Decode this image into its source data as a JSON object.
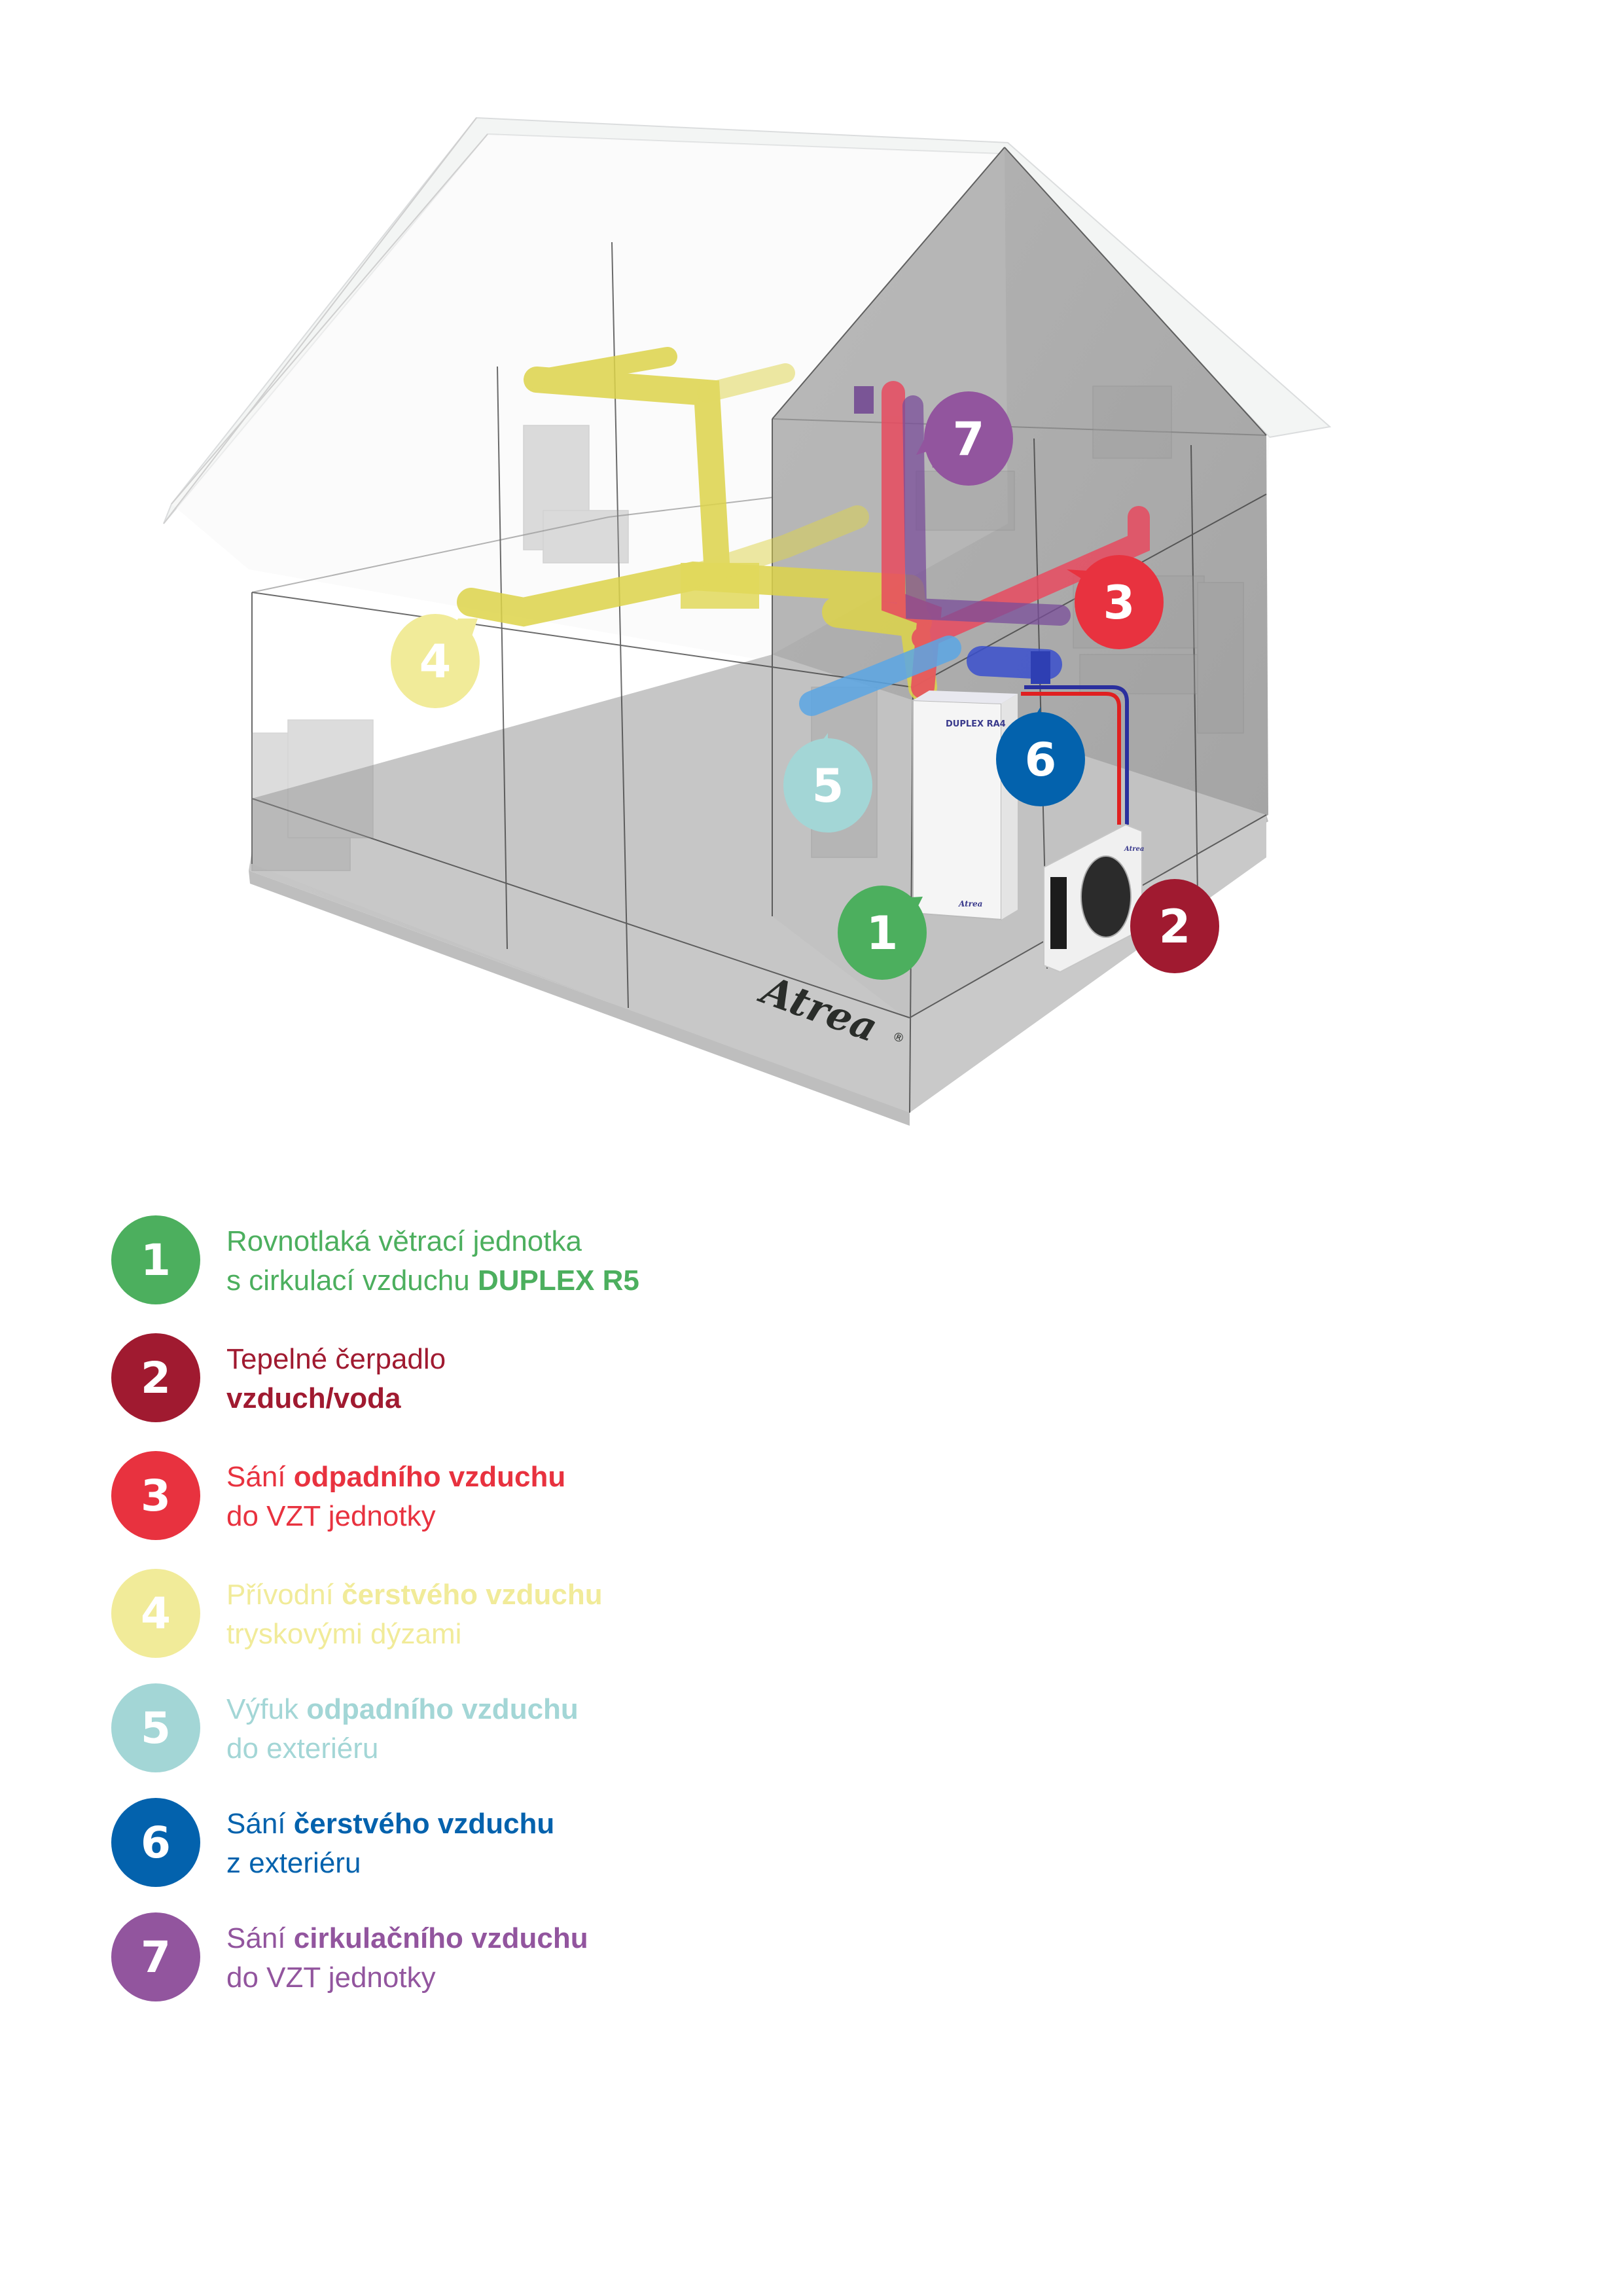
{
  "brand": {
    "logo_text": "Atrea",
    "registered_mark": "®"
  },
  "unit_label": "DUPLEX RA4",
  "unit_logo": "Atrea",
  "outdoor_unit_logo": "Atrea",
  "callouts": [
    {
      "number": "1",
      "color": "#4caf5e",
      "target": "ventilation-unit"
    },
    {
      "number": "2",
      "color": "#a01a30",
      "target": "heat-pump"
    },
    {
      "number": "3",
      "color": "#e8323f",
      "target": "extract-intake"
    },
    {
      "number": "4",
      "color": "#f1eb99",
      "target": "supply-nozzles"
    },
    {
      "number": "5",
      "color": "#a3d6d6",
      "target": "exhaust-outlet"
    },
    {
      "number": "6",
      "color": "#0362ad",
      "target": "fresh-air-intake"
    },
    {
      "number": "7",
      "color": "#92559e",
      "target": "circulation-intake"
    }
  ],
  "legend": [
    {
      "number": "1",
      "color": "#4caf5e",
      "line1": [
        {
          "text": "Rovnotlaká větrací jednotka",
          "bold": false
        }
      ],
      "line2": [
        {
          "text": "s cirkulací vzduchu ",
          "bold": false
        },
        {
          "text": "DUPLEX R5",
          "bold": true
        }
      ]
    },
    {
      "number": "2",
      "color": "#a01a30",
      "line1": [
        {
          "text": "Tepelné čerpadlo",
          "bold": false
        }
      ],
      "line2": [
        {
          "text": "vzduch/voda",
          "bold": true
        }
      ]
    },
    {
      "number": "3",
      "color": "#e8323f",
      "line1": [
        {
          "text": "Sání ",
          "bold": false
        },
        {
          "text": "odpadního vzduchu",
          "bold": true
        }
      ],
      "line2": [
        {
          "text": "do VZT jednotky",
          "bold": false
        }
      ]
    },
    {
      "number": "4",
      "color": "#f1eb99",
      "line1": [
        {
          "text": "Přívodní ",
          "bold": false
        },
        {
          "text": "čerstvého vzduchu",
          "bold": true
        }
      ],
      "line2": [
        {
          "text": "tryskovými dýzami",
          "bold": false
        }
      ]
    },
    {
      "number": "5",
      "color": "#a3d6d6",
      "line1": [
        {
          "text": "Výfuk ",
          "bold": false
        },
        {
          "text": "odpadního vzduchu",
          "bold": true
        }
      ],
      "line2": [
        {
          "text": "do exteriéru",
          "bold": false
        }
      ]
    },
    {
      "number": "6",
      "color": "#0362ad",
      "line1": [
        {
          "text": "Sání ",
          "bold": false
        },
        {
          "text": "čerstvého vzduchu",
          "bold": true
        }
      ],
      "line2": [
        {
          "text": "z exteriéru",
          "bold": false
        }
      ]
    },
    {
      "number": "7",
      "color": "#92559e",
      "line1": [
        {
          "text": "Sání ",
          "bold": false
        },
        {
          "text": "cirkulačního vzduchu",
          "bold": true
        }
      ],
      "line2": [
        {
          "text": "do VZT jednotky",
          "bold": false
        }
      ]
    }
  ]
}
